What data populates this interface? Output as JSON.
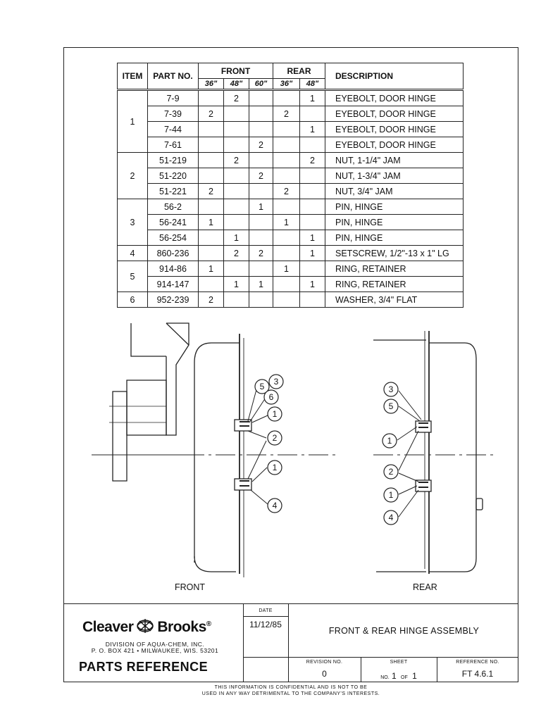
{
  "table": {
    "headers": {
      "item": "ITEM",
      "part_no": "PART NO.",
      "front": "FRONT",
      "rear": "REAR",
      "description": "DESCRIPTION",
      "sizes": [
        "36\"",
        "48\"",
        "60\"",
        "36\"",
        "48\""
      ]
    },
    "rows": [
      {
        "item": "1",
        "span": 4,
        "part": "7-9",
        "q": [
          "",
          "2",
          "",
          "",
          "1"
        ],
        "desc": "EYEBOLT, DOOR HINGE"
      },
      {
        "part": "7-39",
        "q": [
          "2",
          "",
          "",
          "2",
          ""
        ],
        "desc": "EYEBOLT, DOOR HINGE"
      },
      {
        "part": "7-44",
        "q": [
          "",
          "",
          "",
          "",
          "1"
        ],
        "desc": "EYEBOLT, DOOR HINGE"
      },
      {
        "part": "7-61",
        "q": [
          "",
          "",
          "2",
          "",
          ""
        ],
        "desc": "EYEBOLT, DOOR HINGE"
      },
      {
        "item": "2",
        "span": 3,
        "part": "51-219",
        "q": [
          "",
          "2",
          "",
          "",
          "2"
        ],
        "desc": "NUT, 1-1/4\" JAM"
      },
      {
        "part": "51-220",
        "q": [
          "",
          "",
          "2",
          "",
          ""
        ],
        "desc": "NUT, 1-3/4\" JAM"
      },
      {
        "part": "51-221",
        "q": [
          "2",
          "",
          "",
          "2",
          ""
        ],
        "desc": "NUT, 3/4\" JAM"
      },
      {
        "item": "3",
        "span": 3,
        "part": "56-2",
        "q": [
          "",
          "",
          "1",
          "",
          ""
        ],
        "desc": "PIN, HINGE"
      },
      {
        "part": "56-241",
        "q": [
          "1",
          "",
          "",
          "1",
          ""
        ],
        "desc": "PIN, HINGE"
      },
      {
        "part": "56-254",
        "q": [
          "",
          "1",
          "",
          "",
          "1"
        ],
        "desc": "PIN, HINGE"
      },
      {
        "item": "4",
        "span": 1,
        "part": "860-236",
        "q": [
          "",
          "2",
          "2",
          "",
          "1"
        ],
        "desc": "SETSCREW, 1/2\"-13 x 1\" LG"
      },
      {
        "item": "5",
        "span": 2,
        "part": "914-86",
        "q": [
          "1",
          "",
          "",
          "1",
          ""
        ],
        "desc": "RING, RETAINER"
      },
      {
        "part": "914-147",
        "q": [
          "",
          "1",
          "1",
          "",
          "1"
        ],
        "desc": "RING, RETAINER"
      },
      {
        "item": "6",
        "span": 1,
        "part": "952-239",
        "q": [
          "2",
          "",
          "",
          "",
          ""
        ],
        "desc": "WASHER, 3/4\" FLAT"
      }
    ]
  },
  "drawing": {
    "front_label": "FRONT",
    "rear_label": "REAR",
    "front_callouts": [
      "3",
      "5",
      "6",
      "1",
      "2",
      "1",
      "4"
    ],
    "rear_callouts": [
      "3",
      "5",
      "1",
      "2",
      "1",
      "4"
    ]
  },
  "title_block": {
    "company_left": "Cleaver",
    "company_right": "Brooks",
    "registered": "®",
    "division_line1": "DIVISION OF AQUA-CHEM, INC.",
    "division_line2": "P. O. BOX 421  •  MILWAUKEE, WIS. 53201",
    "parts_reference": "PARTS REFERENCE",
    "date_label": "DATE",
    "date_value": "11/12/85",
    "title": "FRONT & REAR HINGE ASSEMBLY",
    "revision_label": "REVISION NO.",
    "revision_value": "0",
    "sheet_label": "SHEET",
    "sheet_no_label": "NO.",
    "sheet_no": "1",
    "sheet_of_label": "OF",
    "sheet_total": "1",
    "reference_label": "REFERENCE NO.",
    "reference_value": "FT 4.6.1"
  },
  "notice": {
    "line1": "THIS INFORMATION IS CONFIDENTIAL AND IS NOT TO BE",
    "line2": "USED IN ANY WAY DETRIMENTAL TO THE COMPANY'S INTERESTS."
  }
}
